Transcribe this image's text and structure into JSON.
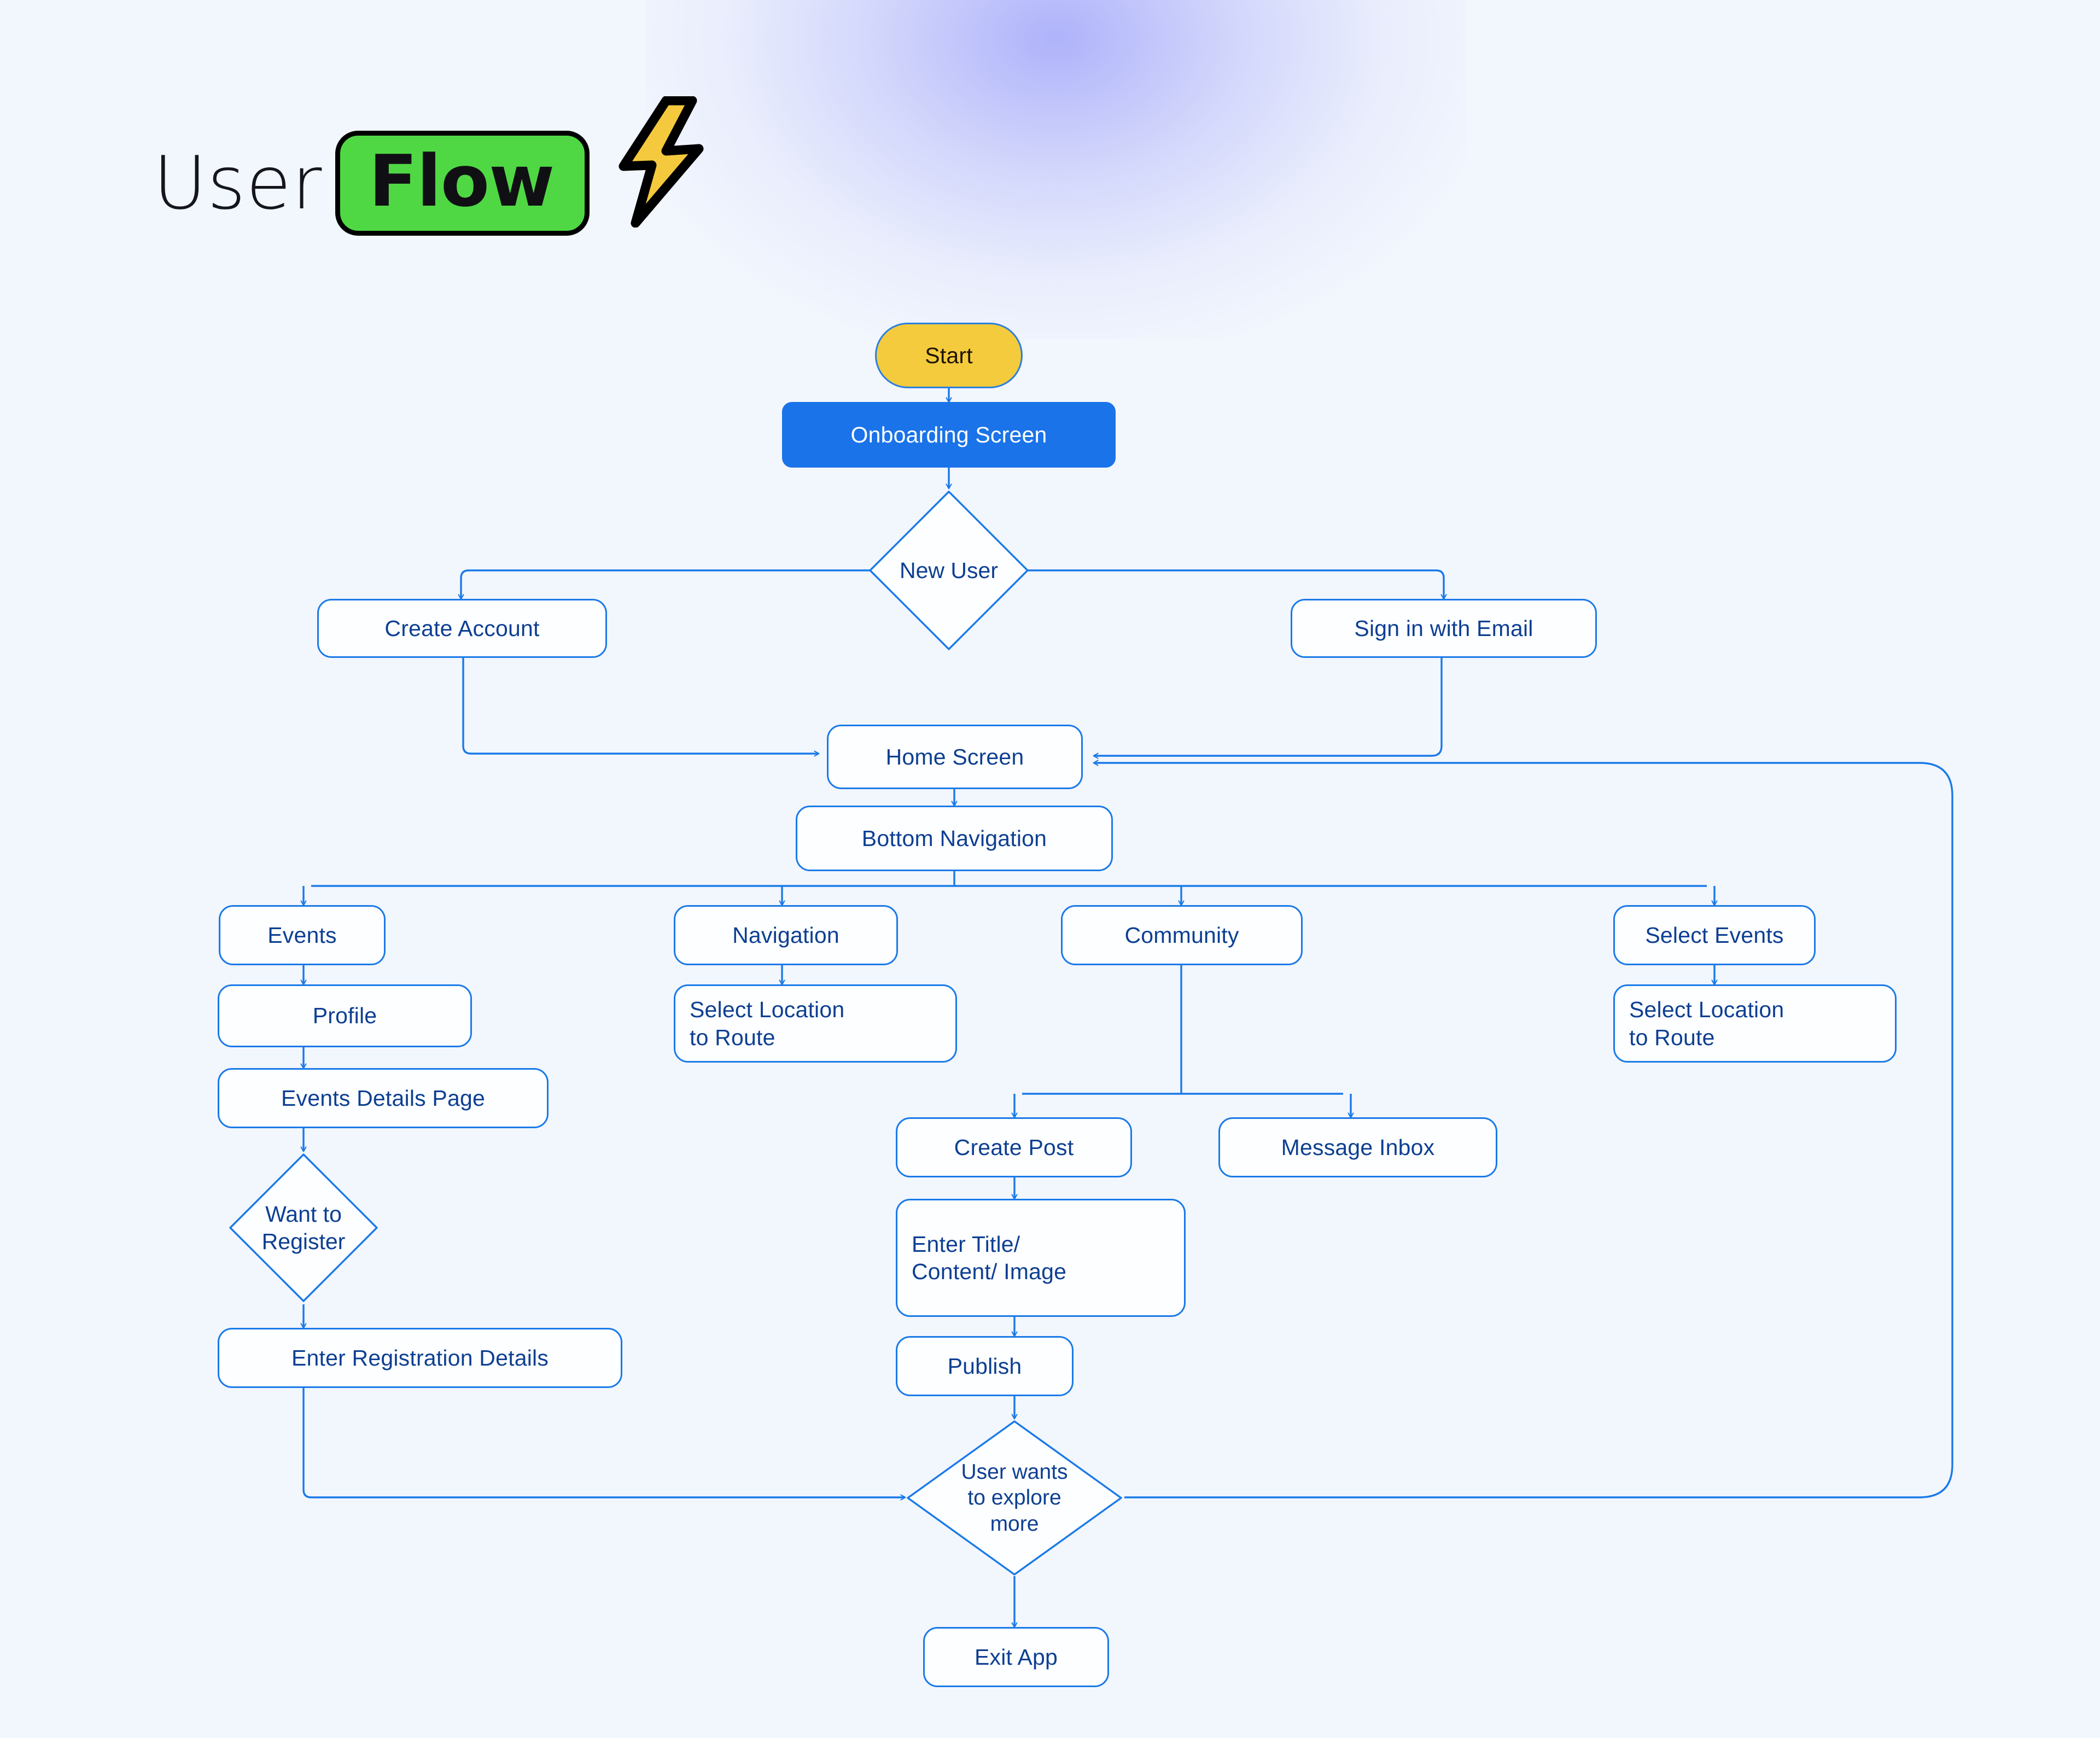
{
  "title": {
    "word_plain": "User",
    "word_highlight": "Flow",
    "highlight_bg": "#4fd844",
    "bolt_color": "#f5c93d",
    "icon": "lightning-bolt-icon"
  },
  "theme": {
    "background": "#f2f6fd",
    "glow": "#a3a7fa",
    "node_border": "#1a7ae8",
    "node_text": "#0d3f92",
    "node_fill": "#fdfeff",
    "start_fill": "#f4cb3c",
    "primary_fill": "#1a73e8",
    "primary_text": "#ffffff",
    "edge": "#1a7ae8"
  },
  "chart_data": {
    "type": "diagram",
    "title": "User Flow",
    "nodes": [
      {
        "id": "start",
        "label": "Start",
        "shape": "pill",
        "style": "start"
      },
      {
        "id": "onboarding",
        "label": "Onboarding Screen",
        "shape": "rect",
        "style": "primary"
      },
      {
        "id": "new_user",
        "label": "New User",
        "shape": "diamond",
        "style": "decision"
      },
      {
        "id": "create_account",
        "label": "Create Account",
        "shape": "rect",
        "style": "default"
      },
      {
        "id": "sign_in",
        "label": "Sign in with Email",
        "shape": "rect",
        "style": "default"
      },
      {
        "id": "home",
        "label": "Home Screen",
        "shape": "rect",
        "style": "default"
      },
      {
        "id": "bottom_nav",
        "label": "Bottom Navigation",
        "shape": "rect",
        "style": "default"
      },
      {
        "id": "events",
        "label": "Events",
        "shape": "rect",
        "style": "default"
      },
      {
        "id": "navigation",
        "label": "Navigation",
        "shape": "rect",
        "style": "default"
      },
      {
        "id": "community",
        "label": "Community",
        "shape": "rect",
        "style": "default"
      },
      {
        "id": "profile",
        "label": "Profile",
        "shape": "rect",
        "style": "default"
      },
      {
        "id": "select_events",
        "label": "Select Events",
        "shape": "rect",
        "style": "default"
      },
      {
        "id": "nav_location",
        "label": "Select Location\nto Route",
        "shape": "rect",
        "style": "default"
      },
      {
        "id": "prof_location",
        "label": "Select Location\nto Route",
        "shape": "rect",
        "style": "default"
      },
      {
        "id": "events_detail",
        "label": "Events Details Page",
        "shape": "rect",
        "style": "default"
      },
      {
        "id": "create_post",
        "label": "Create Post",
        "shape": "rect",
        "style": "default"
      },
      {
        "id": "msg_inbox",
        "label": "Message Inbox",
        "shape": "rect",
        "style": "default"
      },
      {
        "id": "want_register",
        "label": "Want to\nRegister",
        "shape": "diamond",
        "style": "decision"
      },
      {
        "id": "enter_content",
        "label": "Enter Title/\nContent/ Image",
        "shape": "rect",
        "style": "default"
      },
      {
        "id": "publish",
        "label": "Publish",
        "shape": "rect",
        "style": "default"
      },
      {
        "id": "enter_reg",
        "label": "Enter Registration Details",
        "shape": "rect",
        "style": "default"
      },
      {
        "id": "explore_more",
        "label": "User wants\nto explore\nmore",
        "shape": "diamond",
        "style": "decision"
      },
      {
        "id": "exit_app",
        "label": "Exit App",
        "shape": "rect",
        "style": "default"
      }
    ],
    "edges": [
      {
        "from": "start",
        "to": "onboarding"
      },
      {
        "from": "onboarding",
        "to": "new_user"
      },
      {
        "from": "new_user",
        "to": "create_account"
      },
      {
        "from": "new_user",
        "to": "sign_in"
      },
      {
        "from": "create_account",
        "to": "home"
      },
      {
        "from": "sign_in",
        "to": "home"
      },
      {
        "from": "home",
        "to": "bottom_nav"
      },
      {
        "from": "bottom_nav",
        "to": "events"
      },
      {
        "from": "bottom_nav",
        "to": "navigation"
      },
      {
        "from": "bottom_nav",
        "to": "community"
      },
      {
        "from": "bottom_nav",
        "to": "profile"
      },
      {
        "from": "events",
        "to": "select_events"
      },
      {
        "from": "select_events",
        "to": "events_detail"
      },
      {
        "from": "events_detail",
        "to": "want_register"
      },
      {
        "from": "want_register",
        "to": "enter_reg"
      },
      {
        "from": "enter_reg",
        "to": "explore_more"
      },
      {
        "from": "navigation",
        "to": "nav_location"
      },
      {
        "from": "profile",
        "to": "prof_location"
      },
      {
        "from": "community",
        "to": "create_post"
      },
      {
        "from": "community",
        "to": "msg_inbox"
      },
      {
        "from": "create_post",
        "to": "enter_content"
      },
      {
        "from": "enter_content",
        "to": "publish"
      },
      {
        "from": "publish",
        "to": "explore_more"
      },
      {
        "from": "explore_more",
        "to": "exit_app"
      },
      {
        "from": "explore_more",
        "to": "home",
        "kind": "loop-back"
      }
    ]
  }
}
